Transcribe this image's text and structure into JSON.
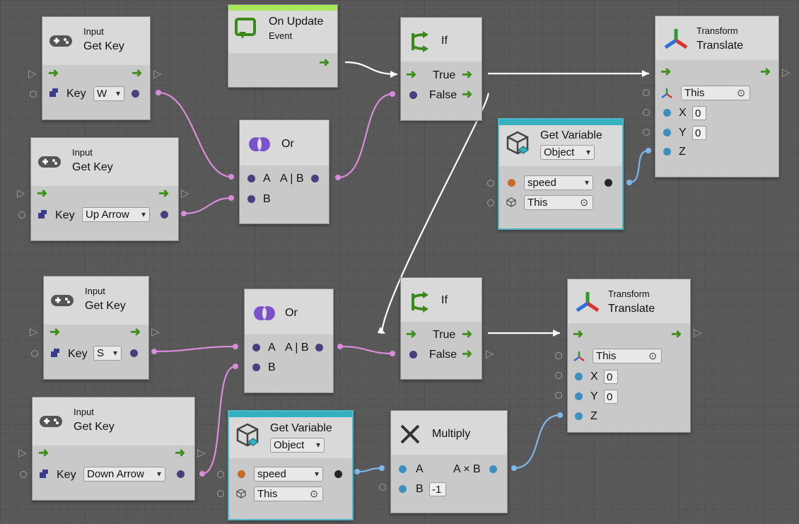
{
  "nodes": {
    "get_key_w": {
      "title_small": "Input",
      "title": "Get Key",
      "key_label": "Key",
      "key_value": "W"
    },
    "get_key_up": {
      "title_small": "Input",
      "title": "Get Key",
      "key_label": "Key",
      "key_value": "Up Arrow"
    },
    "get_key_s": {
      "title_small": "Input",
      "title": "Get Key",
      "key_label": "Key",
      "key_value": "S"
    },
    "get_key_down": {
      "title_small": "Input",
      "title": "Get Key",
      "key_label": "Key",
      "key_value": "Down Arrow"
    },
    "on_update": {
      "title": "On Update",
      "subtitle": "Event"
    },
    "or_top": {
      "title": "Or",
      "port_a": "A",
      "port_out": "A | B",
      "port_b": "B"
    },
    "or_bottom": {
      "title": "Or",
      "port_a": "A",
      "port_out": "A | B",
      "port_b": "B"
    },
    "if_top": {
      "title": "If",
      "true_label": "True",
      "false_label": "False"
    },
    "if_bottom": {
      "title": "If",
      "true_label": "True",
      "false_label": "False"
    },
    "get_var_top": {
      "title": "Get Variable",
      "kind": "Object",
      "name_value": "speed",
      "target_value": "This"
    },
    "get_var_bottom": {
      "title": "Get Variable",
      "kind": "Object",
      "name_value": "speed",
      "target_value": "This"
    },
    "translate_top": {
      "title_small": "Transform",
      "title": "Translate",
      "target_value": "This",
      "x_label": "X",
      "x_value": "0",
      "y_label": "Y",
      "y_value": "0",
      "z_label": "Z"
    },
    "translate_bottom": {
      "title_small": "Transform",
      "title": "Translate",
      "target_value": "This",
      "x_label": "X",
      "x_value": "0",
      "y_label": "Y",
      "y_value": "0",
      "z_label": "Z"
    },
    "multiply": {
      "title": "Multiply",
      "port_a": "A",
      "port_out": "A × B",
      "port_b": "B",
      "b_value": "-1"
    }
  },
  "colors": {
    "bool_wire": "#d98cd9",
    "float_wire": "#7db8e8",
    "flow_wire": "#ffffff",
    "flow_arrow": "#3e8f1c",
    "event_header": "#a6e85a",
    "variable_header": "#36b1bf"
  }
}
